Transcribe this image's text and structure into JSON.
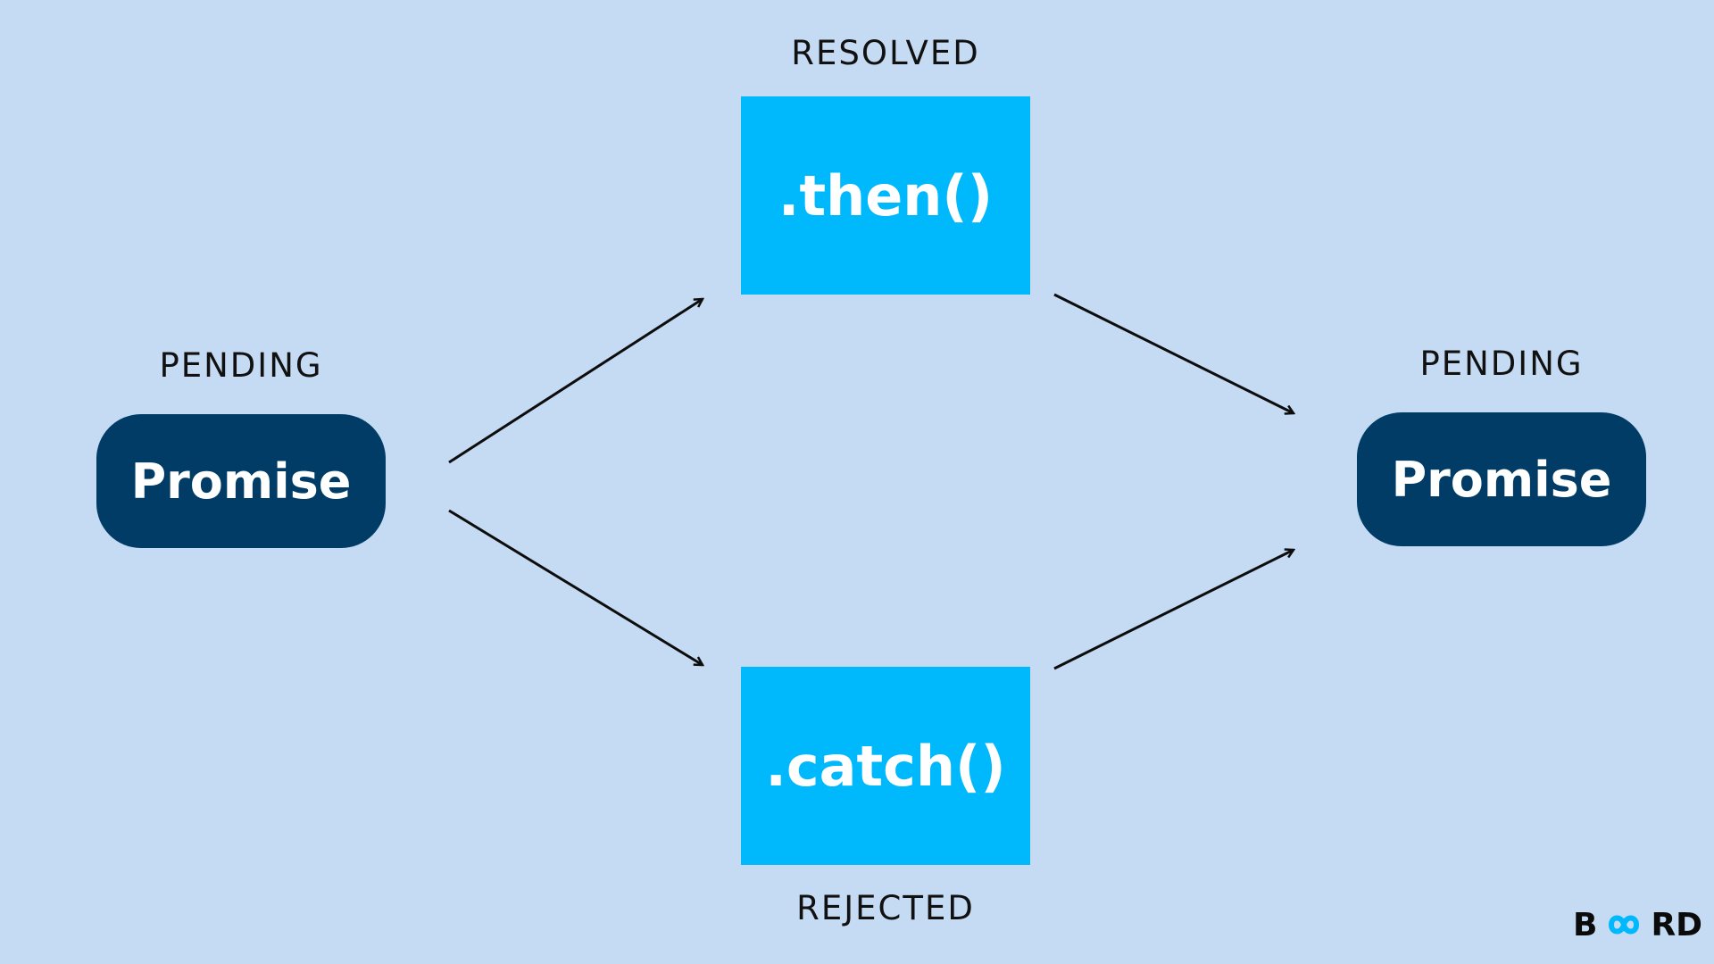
{
  "left_node": {
    "state_label": "PENDING",
    "name": "Promise"
  },
  "resolved_node": {
    "state_label": "RESOLVED",
    "method": ".then()"
  },
  "rejected_node": {
    "state_label": "REJECTED",
    "method": ".catch()"
  },
  "right_node": {
    "state_label": "PENDING",
    "name": "Promise"
  },
  "logo": {
    "prefix": "B",
    "suffix": "RD",
    "mark_icon": "infinity-icon",
    "mark_color": "#00b9fc"
  },
  "colors": {
    "background": "#c5dbf4",
    "promise_fill": "#003c66",
    "method_fill": "#00b9fc",
    "arrow": "#0d0d0d"
  }
}
